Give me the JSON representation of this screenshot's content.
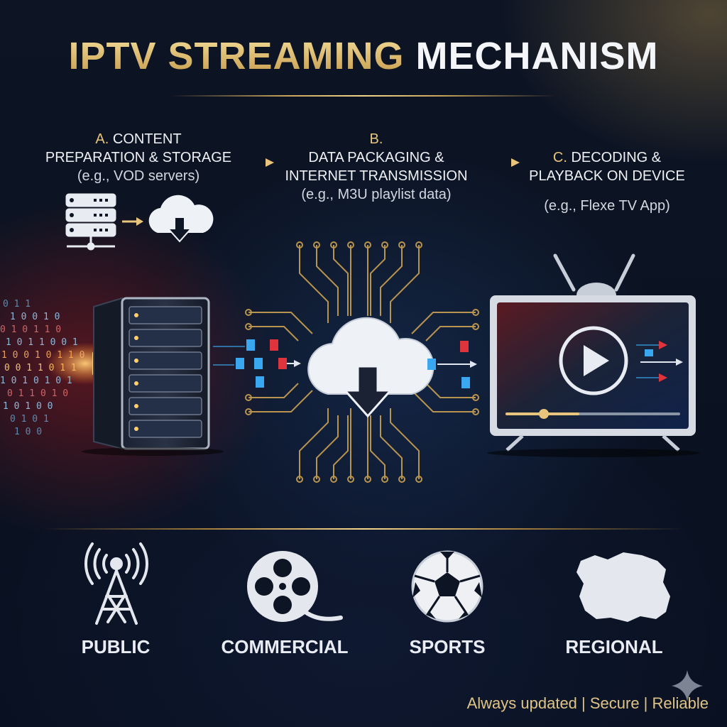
{
  "title": {
    "part1": "IPTV STREAMING",
    "part2": "MECHANISM"
  },
  "steps": [
    {
      "label": "A.",
      "line1": "CONTENT",
      "line2": "PREPARATION & STORAGE",
      "example": "(e.g., VOD servers)"
    },
    {
      "label": "B.",
      "line1": "DATA PACKAGING &",
      "line2": "INTERNET TRANSMISSION",
      "example": "(e.g., M3U playlist data)"
    },
    {
      "label": "C.",
      "line1": "DECODING &",
      "line2": "PLAYBACK ON DEVICE",
      "example": "(e.g., Flexe TV App)"
    }
  ],
  "categories": [
    {
      "label": "PUBLIC",
      "icon": "broadcast-tower-icon"
    },
    {
      "label": "COMMERCIAL",
      "icon": "film-reel-icon"
    },
    {
      "label": "SPORTS",
      "icon": "soccer-ball-icon"
    },
    {
      "label": "REGIONAL",
      "icon": "map-region-icon"
    }
  ],
  "tagline": "Always updated | Secure | Reliable",
  "colors": {
    "gold": "#e8c47c",
    "red": "#e0343c",
    "blue": "#3aa8f0",
    "bg": "#0b1322"
  }
}
